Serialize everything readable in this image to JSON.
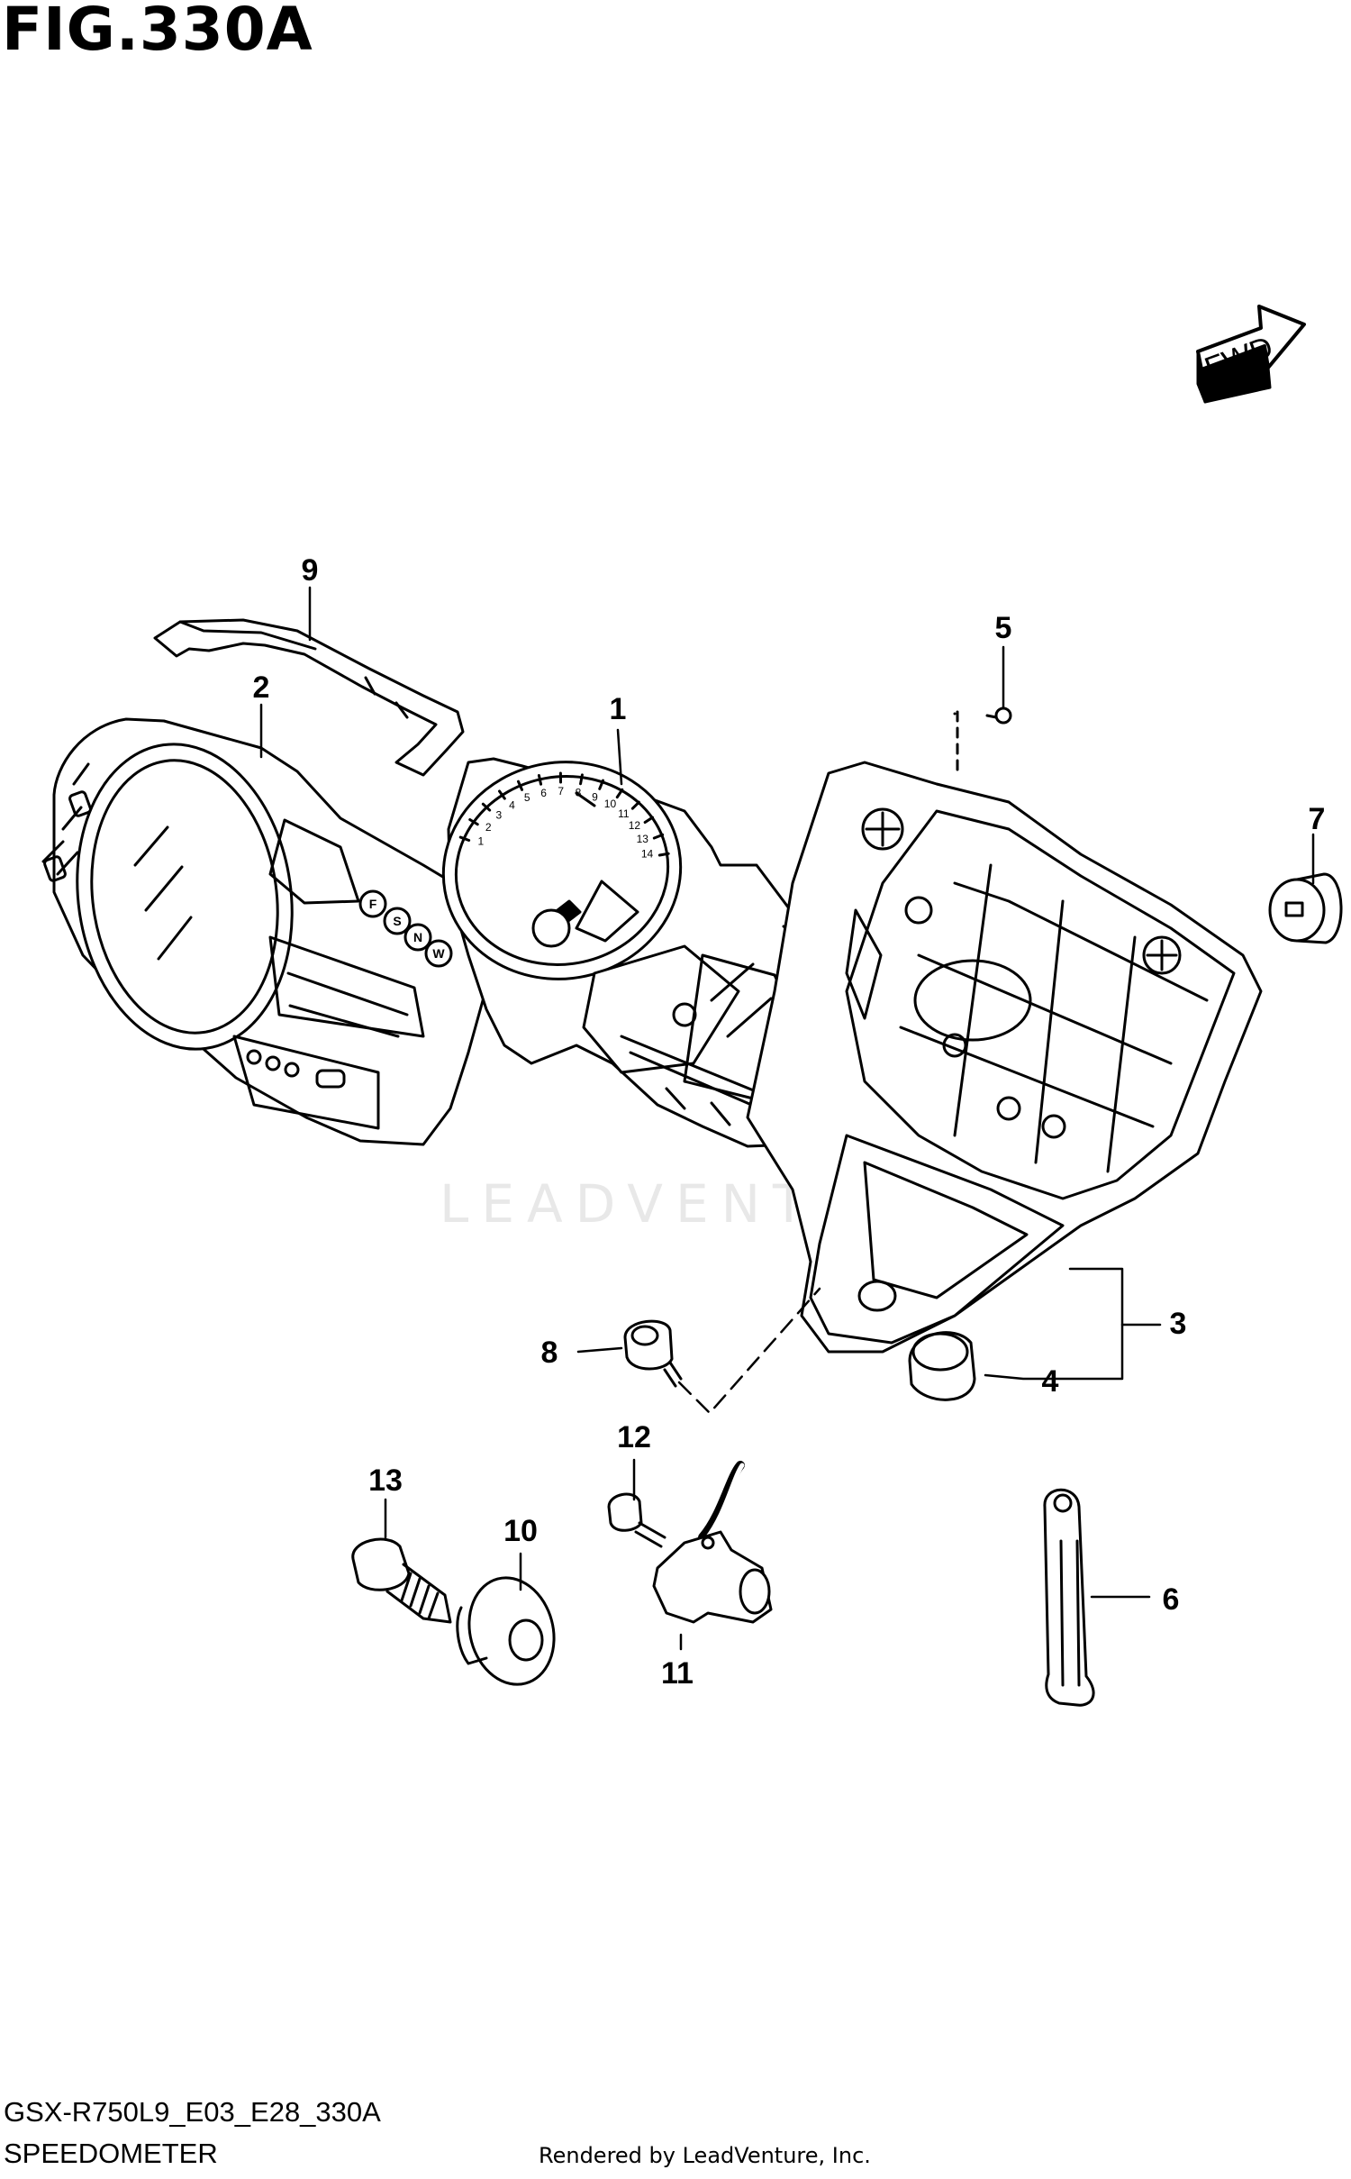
{
  "header": {
    "title": "FIG.330A"
  },
  "direction_arrow": {
    "label": "FWD"
  },
  "watermark": "LEADVENTURE",
  "callouts": [
    {
      "number": "1"
    },
    {
      "number": "2"
    },
    {
      "number": "3"
    },
    {
      "number": "4"
    },
    {
      "number": "5"
    },
    {
      "number": "6"
    },
    {
      "number": "7"
    },
    {
      "number": "8"
    },
    {
      "number": "9"
    },
    {
      "number": "10"
    },
    {
      "number": "11"
    },
    {
      "number": "12"
    },
    {
      "number": "13"
    }
  ],
  "gauge_scale": [
    "1",
    "2",
    "3",
    "4",
    "5",
    "6",
    "7",
    "8",
    "9",
    "10",
    "11",
    "12",
    "13",
    "14"
  ],
  "indicator_letters": [
    "F",
    "S",
    "N",
    "W"
  ],
  "footer": {
    "code": "GSX-R750L9_E03_E28_330A",
    "name": "SPEEDOMETER",
    "credit": "Rendered by LeadVenture, Inc."
  }
}
